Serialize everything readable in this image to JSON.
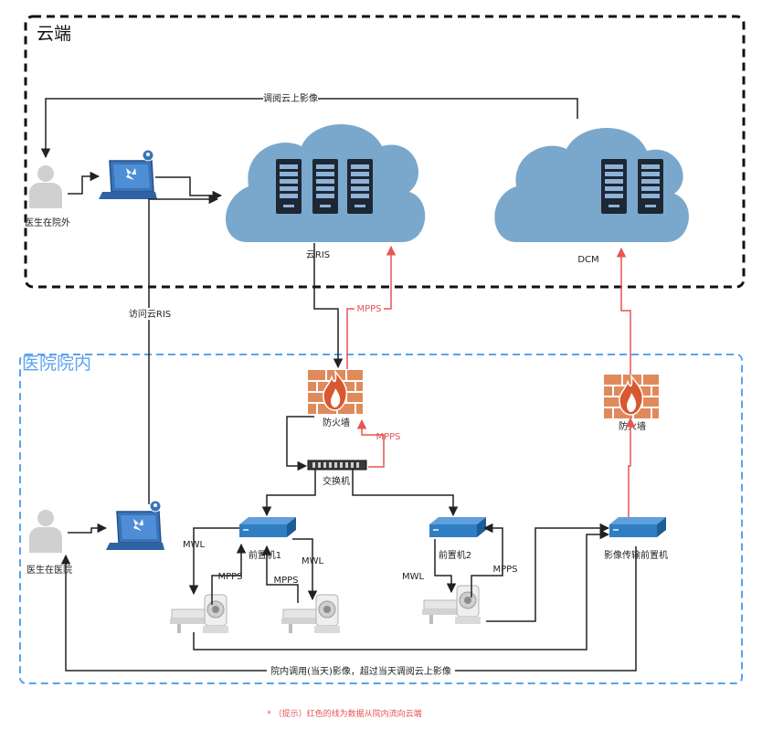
{
  "zones": {
    "cloud": {
      "title": "云端",
      "border_color": "#111111"
    },
    "hospital": {
      "title": "医院院内",
      "border_color": "#5aa2ee",
      "title_color": "#5aa2ee"
    }
  },
  "nodes": {
    "doctor_outside": "医生在院外",
    "doctor_inside": "医生在医院",
    "cloud_ris": "云RIS",
    "dcm": "DCM",
    "firewall_main": "防火墙",
    "firewall_right": "防火墙",
    "switch": "交换机",
    "front1": "前置机1",
    "front2": "前置机2",
    "image_front": "影像传输前置机"
  },
  "edge_labels": {
    "view_cloud_images": "调阅云上影像",
    "access_cloud_ris": "访问云RIS",
    "mpps_to_cloud": "MPPS",
    "mpps_to_firewall": "MPPS",
    "mwl_1": "MWL",
    "mpps_1": "MPPS",
    "mwl_2": "MWL",
    "mpps_2": "MPPS",
    "mwl_3": "MWL",
    "mpps_3": "MPPS",
    "in_hospital": "院内调用(当天)影像，超过当天调阅云上影像"
  },
  "note": "* （提示）红色的线为数据从院内流向云端",
  "colors": {
    "data_flow_red": "#e85454",
    "normal_line": "#222222",
    "cloud_fill": "#7aa8cc",
    "firewall": "#e08a5c",
    "device_blue": "#2f7ec1"
  },
  "icons": [
    "person-icon",
    "laptop-icon",
    "server-icon",
    "cloud-icon",
    "firewall-icon",
    "switch-icon",
    "front-server-icon",
    "scanner-icon"
  ]
}
